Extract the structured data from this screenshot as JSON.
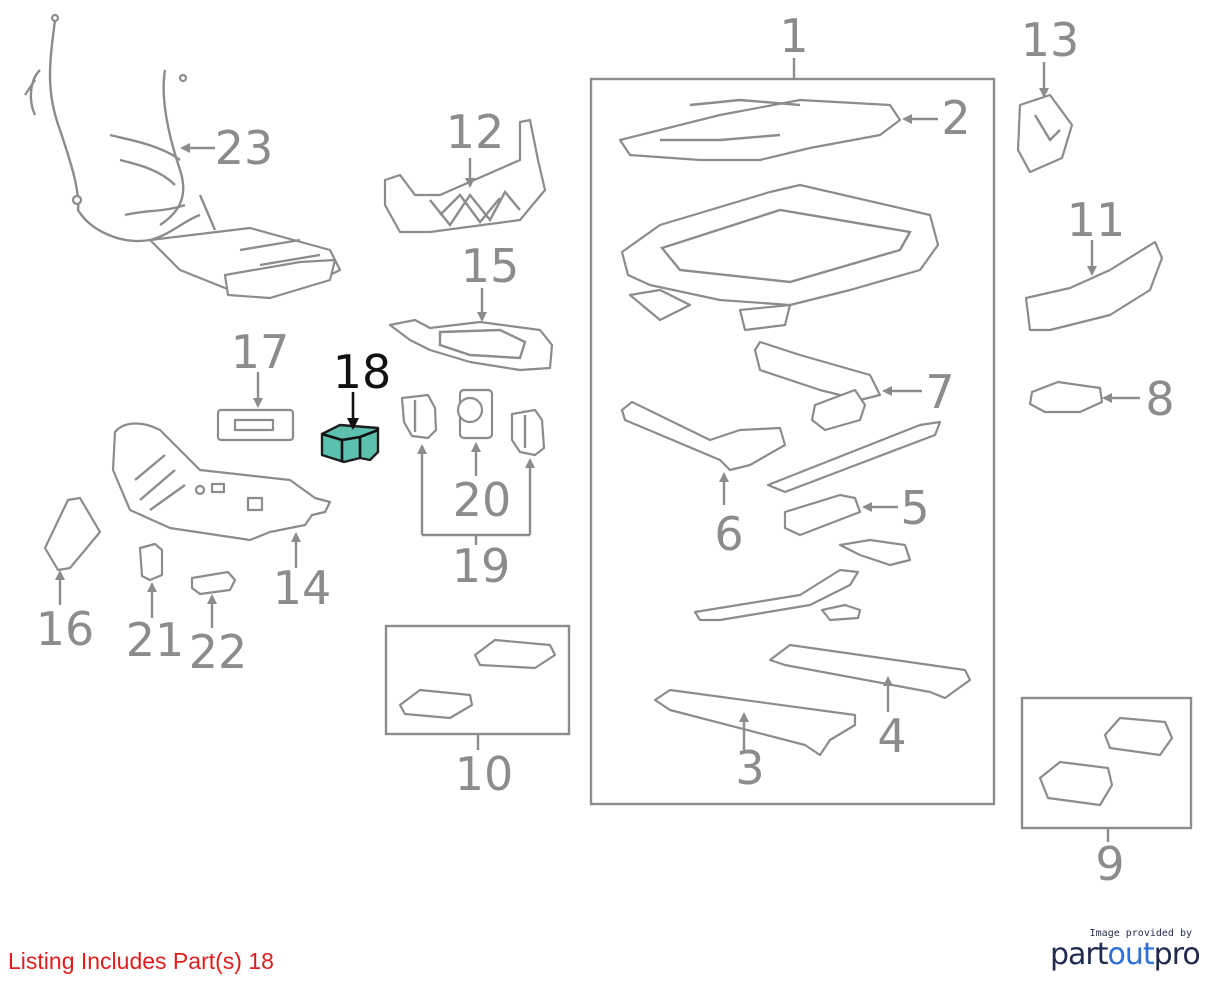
{
  "colors": {
    "highlight": "#5dbfae",
    "line": "#8c8c8c",
    "listing": "#e01e1e",
    "brand": "#1f2a4d"
  },
  "labels": {
    "l1": "1",
    "l2": "2",
    "l3": "3",
    "l4": "4",
    "l5": "5",
    "l6": "6",
    "l7": "7",
    "l8": "8",
    "l9": "9",
    "l10": "10",
    "l11": "11",
    "l12": "12",
    "l13": "13",
    "l14": "14",
    "l15": "15",
    "l16": "16",
    "l17": "17",
    "l18": "18",
    "l19": "19",
    "l20": "20",
    "l21": "21",
    "l22": "22",
    "l23": "23"
  },
  "highlighted_part": "18",
  "listing": {
    "text": "Listing Includes Part(s) 18"
  },
  "credit": {
    "small": "Image provided by",
    "brand_a": "part",
    "brand_b": "out",
    "brand_c": "pro"
  }
}
